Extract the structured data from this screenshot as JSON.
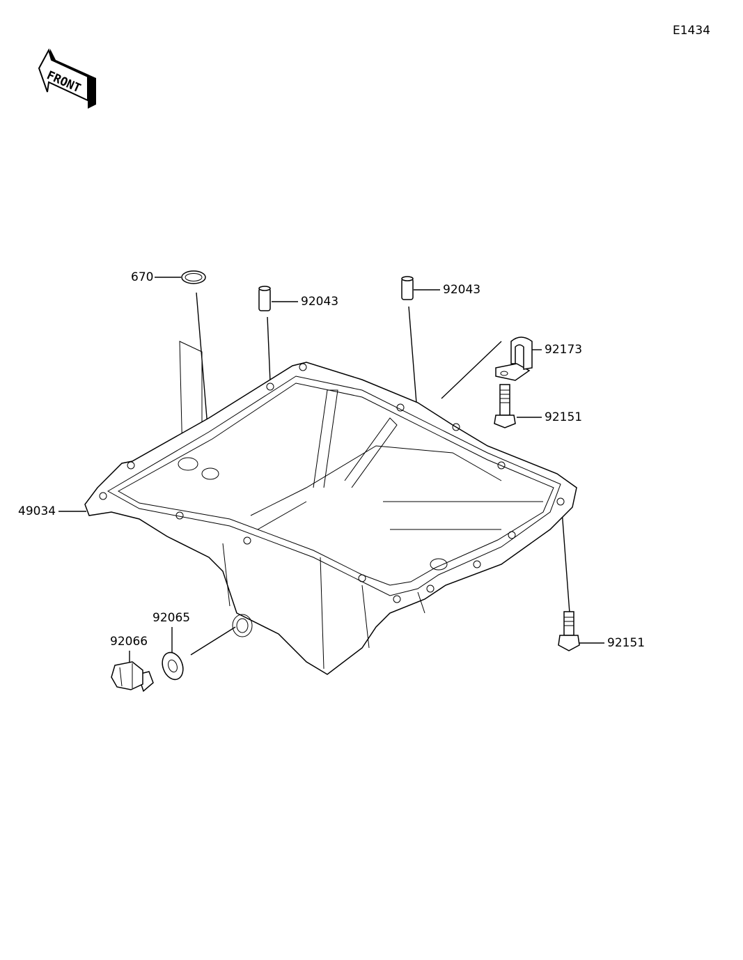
{
  "diagram": {
    "code": "E1434",
    "front_logo_text": "FRONT",
    "parts": [
      {
        "number": "670",
        "name": "o-ring"
      },
      {
        "number": "92043",
        "name": "dowel-pin"
      },
      {
        "number": "92043",
        "name": "dowel-pin"
      },
      {
        "number": "92173",
        "name": "clamp"
      },
      {
        "number": "92151",
        "name": "bolt"
      },
      {
        "number": "49034",
        "name": "oil-pan"
      },
      {
        "number": "92065",
        "name": "washer"
      },
      {
        "number": "92066",
        "name": "drain-plug"
      },
      {
        "number": "92151",
        "name": "bolt"
      }
    ],
    "line_color": "#000000",
    "background": "#ffffff"
  }
}
